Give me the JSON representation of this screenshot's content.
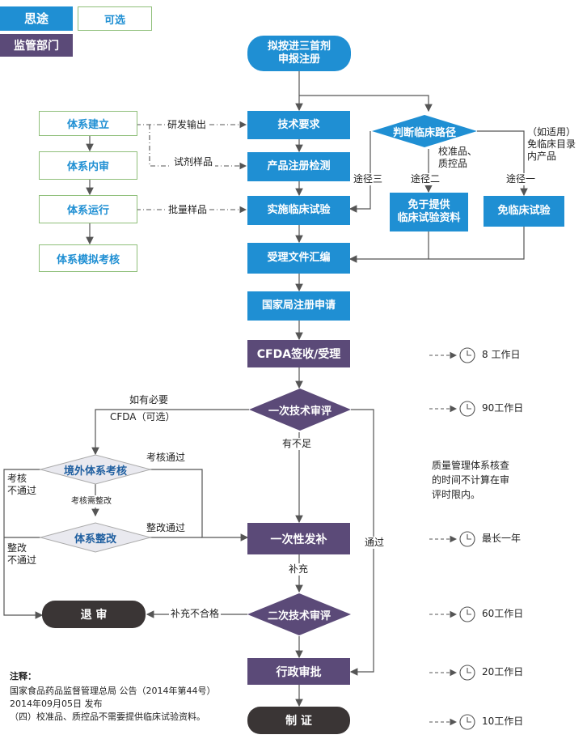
{
  "legend": {
    "path": "思途",
    "optional": "可选",
    "dept": "监管部门"
  },
  "nodes": {
    "start": "拟按进三首剂\n申报注册",
    "tech_req": "技术要求",
    "reg_test": "产品注册检测",
    "clinical": "实施临床试验",
    "compile": "受理文件汇编",
    "apply": "国家局注册申请",
    "cfda": "CFDA签收/受理",
    "review1": "一次技术审评",
    "supplement": "一次性发补",
    "review2": "二次技术审评",
    "admin": "行政审批",
    "cert": "制 证",
    "reject": "退 审",
    "judge": "判断临床路径",
    "exempt_data": "免于提供\n临床试验资料",
    "exempt_trial": "免临床试验",
    "sys_build": "体系建立",
    "sys_internal": "体系内审",
    "sys_run": "体系运行",
    "sys_mock": "体系模拟考核",
    "overseas": "境外体系考核",
    "rectify": "体系整改"
  },
  "labels": {
    "rd_output": "研发输出",
    "trial_sample": "试剂样品",
    "batch_sample": "批量样品",
    "route3": "途径三",
    "route2": "途径二",
    "route1": "途径一",
    "calib": "校准品、\n质控品",
    "if_apply": "（如适用）\n免临床目录\n内产品",
    "if_needed": "如有必要",
    "cfda_opt": "CFDA（可选）",
    "insufficient": "有不足",
    "check_pass": "考核通过",
    "check_fail": "考核\n不通过",
    "need_rectify": "考核需整改",
    "rectify_pass": "整改通过",
    "rectify_fail": "整改\n不通过",
    "pass": "通过",
    "supp": "补充",
    "supp_fail": "补充不合格"
  },
  "timeline": [
    {
      "text": "8 工作日"
    },
    {
      "text": "90工作日"
    },
    {
      "text": "最长一年"
    },
    {
      "text": "60工作日"
    },
    {
      "text": "20工作日"
    },
    {
      "text": "10工作日"
    }
  ],
  "side_note": "质量管理体系核查\n的时间不计算在审\n评时限内。",
  "footnote": {
    "title": "注释：",
    "line1": "国家食品药品监督管理总局 公告（2014年第44号）",
    "line2": "2014年09月05日 发布",
    "line3": "（四）校准品、质控品不需要提供临床试验资料。"
  },
  "colors": {
    "blue": "#1f8fd3",
    "purple": "#5b4a78",
    "dark": "#3a3535",
    "green_border": "#8fbf7a"
  }
}
